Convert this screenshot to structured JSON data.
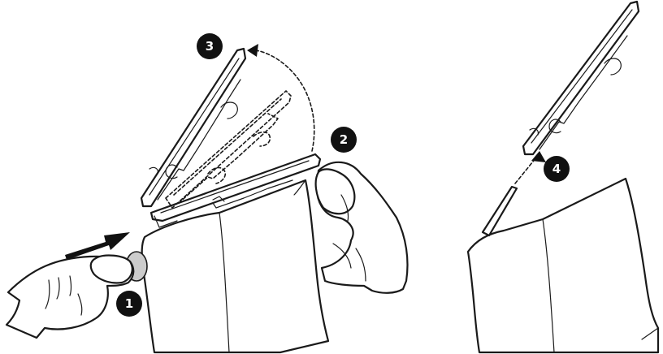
{
  "steps": [
    {
      "label": "1"
    },
    {
      "label": "2"
    },
    {
      "label": "3"
    },
    {
      "label": "4"
    }
  ],
  "colors": {
    "line": "#1a1a1a",
    "badge": "#111111",
    "badge_text": "#ffffff",
    "button_fill": "#cccccc",
    "background": "#ffffff"
  }
}
